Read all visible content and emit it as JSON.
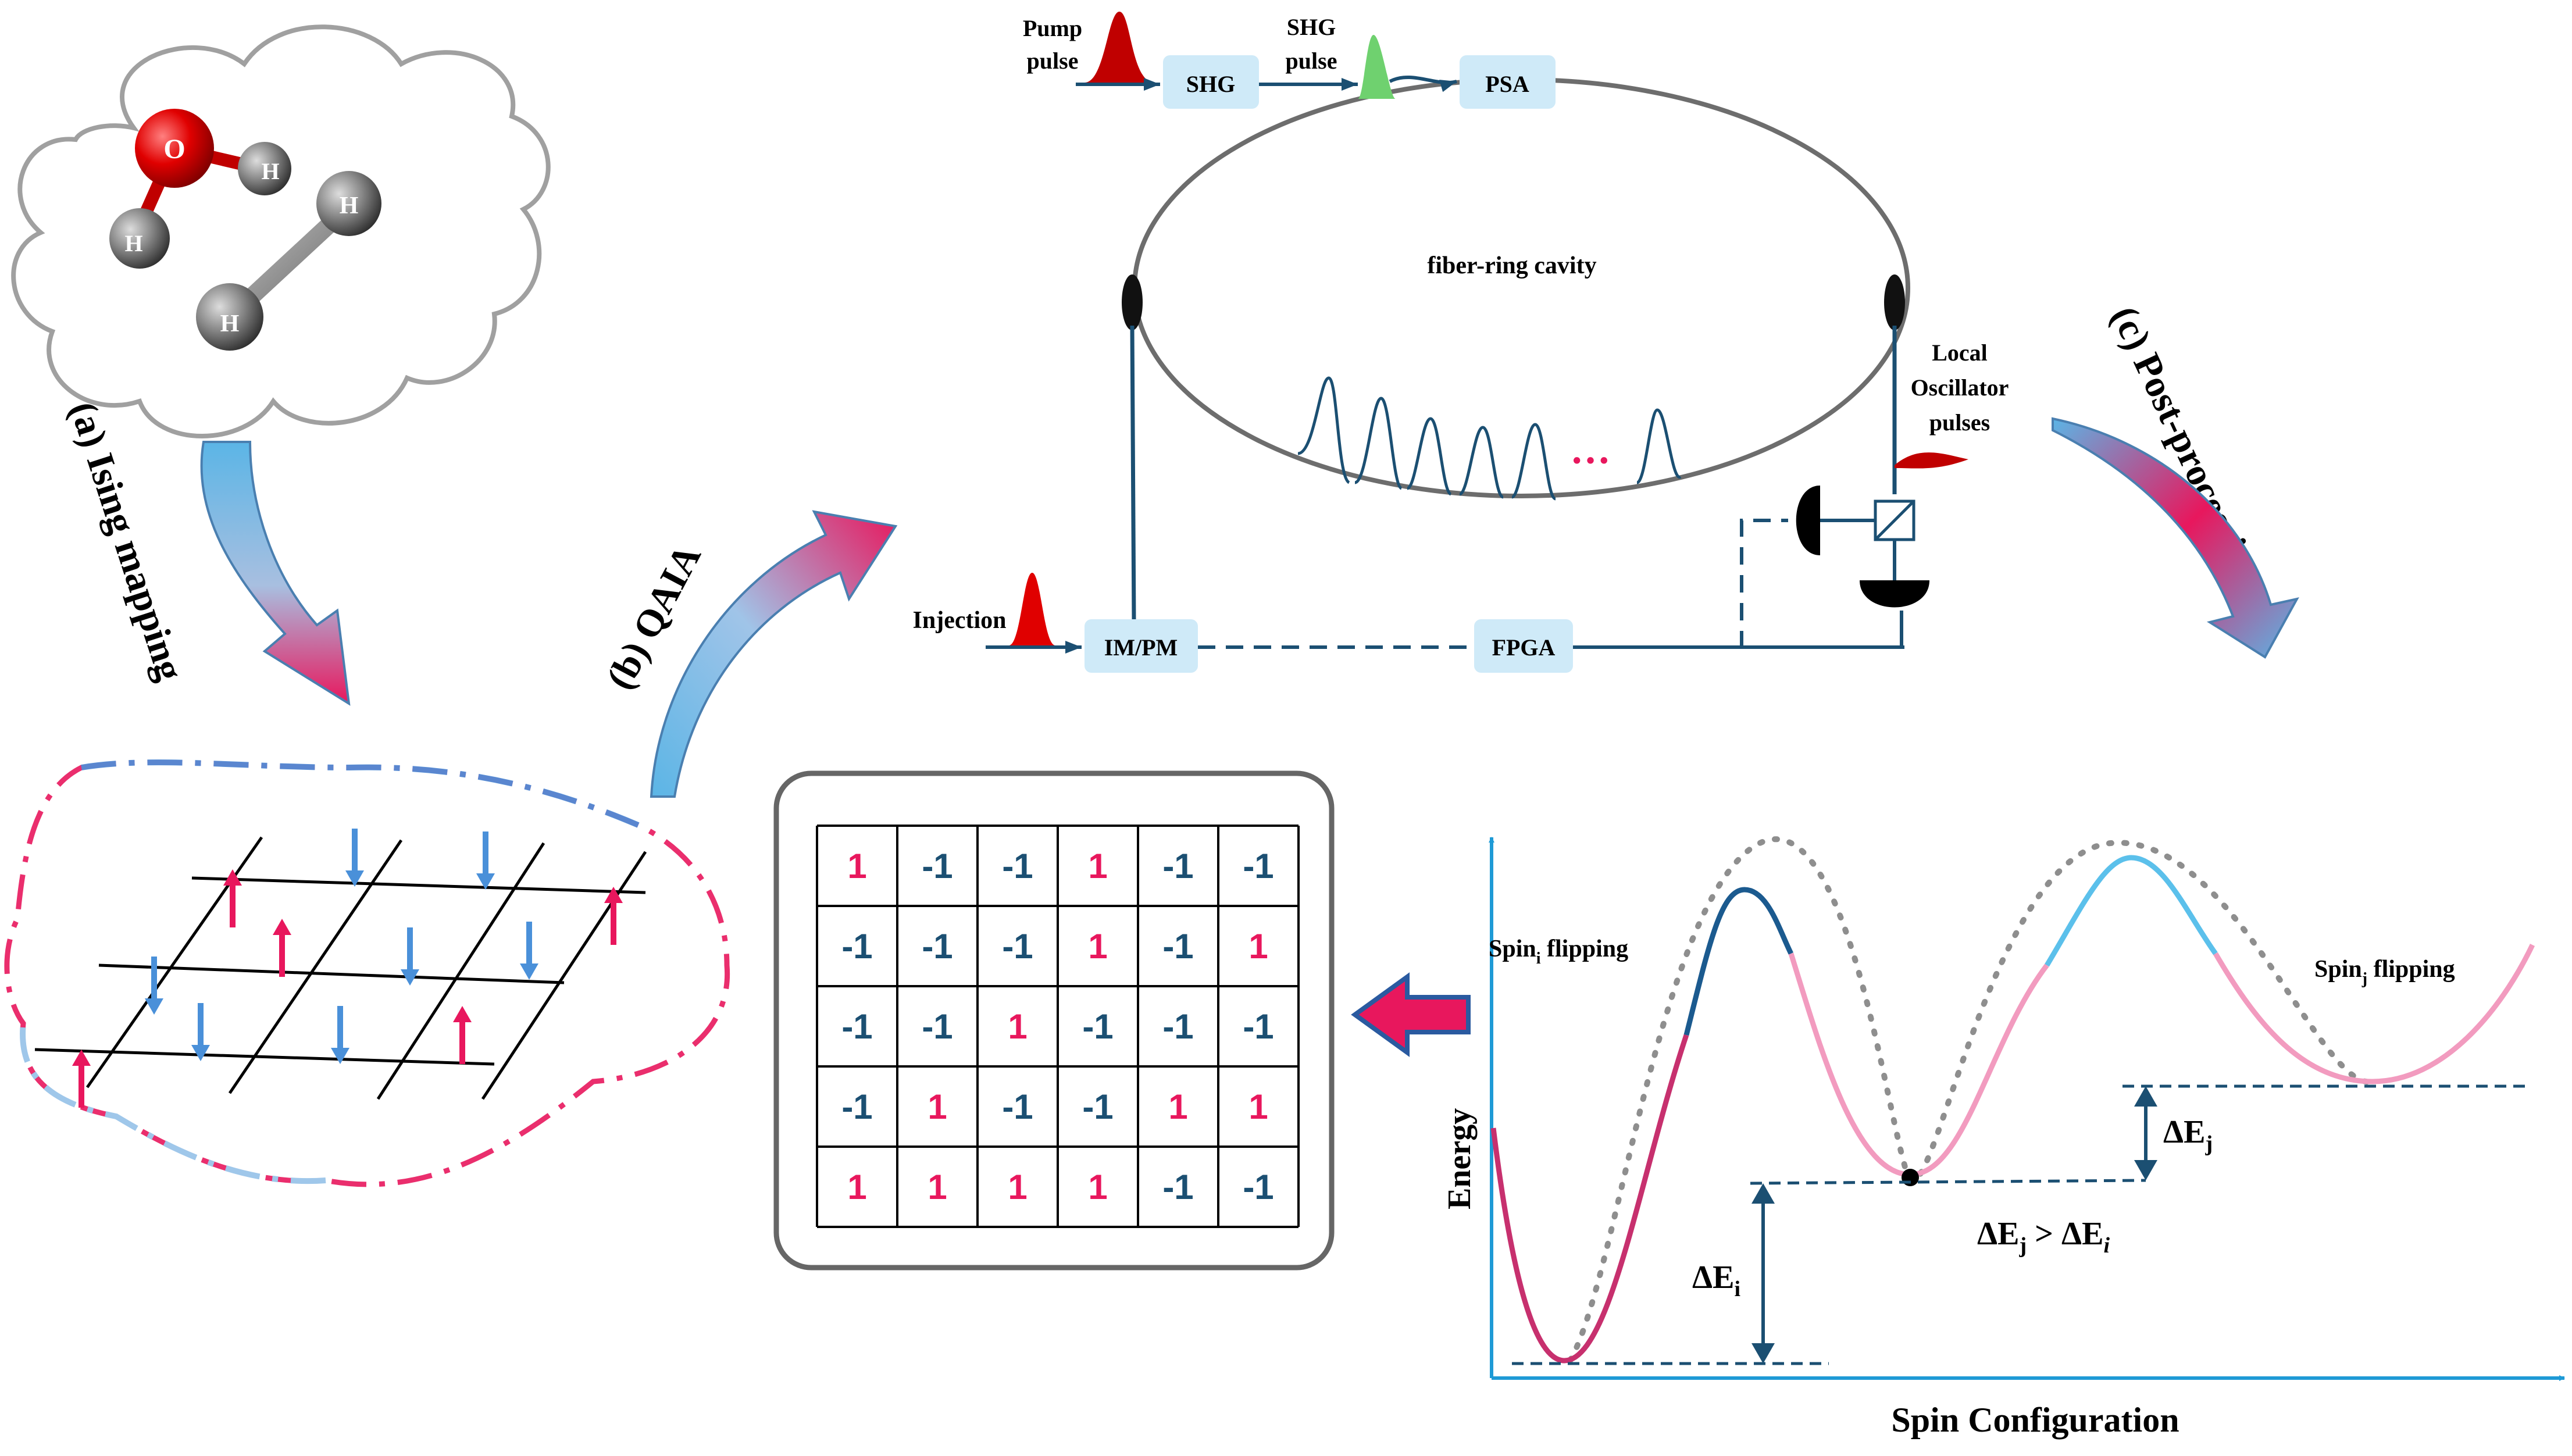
{
  "colors": {
    "pink": "#e8175d",
    "blue": "#4a90d9",
    "dark_teal": "#1b4f72",
    "light_blue_box": "#cfeaf8",
    "light_blue_curve": "#5bc0eb",
    "light_pink": "#f29bbf",
    "red_pulse": "#c00000",
    "green_pulse": "#6fd16f",
    "axis_blue": "#1e9ad6"
  },
  "labels": {
    "a": "(a) Ising mapping",
    "b": "(b) QAIA",
    "c": "(c) Post-processing"
  },
  "optics": {
    "pump_line1": "Pump",
    "pump_line2": "pulse",
    "shg_box": "SHG",
    "shg_pulse_line1": "SHG",
    "shg_pulse_line2": "pulse",
    "psa_box": "PSA",
    "cavity": "fiber-ring cavity",
    "ellipsis": "···",
    "lo_line1": "Local",
    "lo_line2": "Oscillator",
    "lo_line3": "pulses",
    "injection": "Injection",
    "impm_box": "IM/PM",
    "fpga_box": "FPGA"
  },
  "molecule": {
    "o": "O",
    "h1": "H",
    "h2": "H",
    "h3": "H",
    "h4": "H"
  },
  "spin_matrix": [
    [
      "1",
      "-1",
      "-1",
      "1",
      "-1",
      "-1"
    ],
    [
      "-1",
      "-1",
      "-1",
      "1",
      "-1",
      "1"
    ],
    [
      "-1",
      "-1",
      "1",
      "-1",
      "-1",
      "-1"
    ],
    [
      "-1",
      "1",
      "-1",
      "-1",
      "1",
      "1"
    ],
    [
      "1",
      "1",
      "1",
      "1",
      "-1",
      "-1"
    ]
  ],
  "energy_plot": {
    "ylabel": "Energy",
    "xlabel": "Spin Configuration",
    "spin_i_main": "Spin",
    "spin_i_sub": "i",
    "spin_i_rest": " flipping",
    "spin_j_main": "Spin",
    "spin_j_sub": "j",
    "spin_j_rest": " flipping",
    "delta_ei": "ΔE",
    "delta_ei_sub": "i",
    "delta_ej": "ΔE",
    "delta_ej_sub": "j",
    "cmp_left": "ΔE",
    "cmp_left_sub": "j",
    "cmp_op": " > ",
    "cmp_right": "ΔE",
    "cmp_right_sub": "i"
  }
}
